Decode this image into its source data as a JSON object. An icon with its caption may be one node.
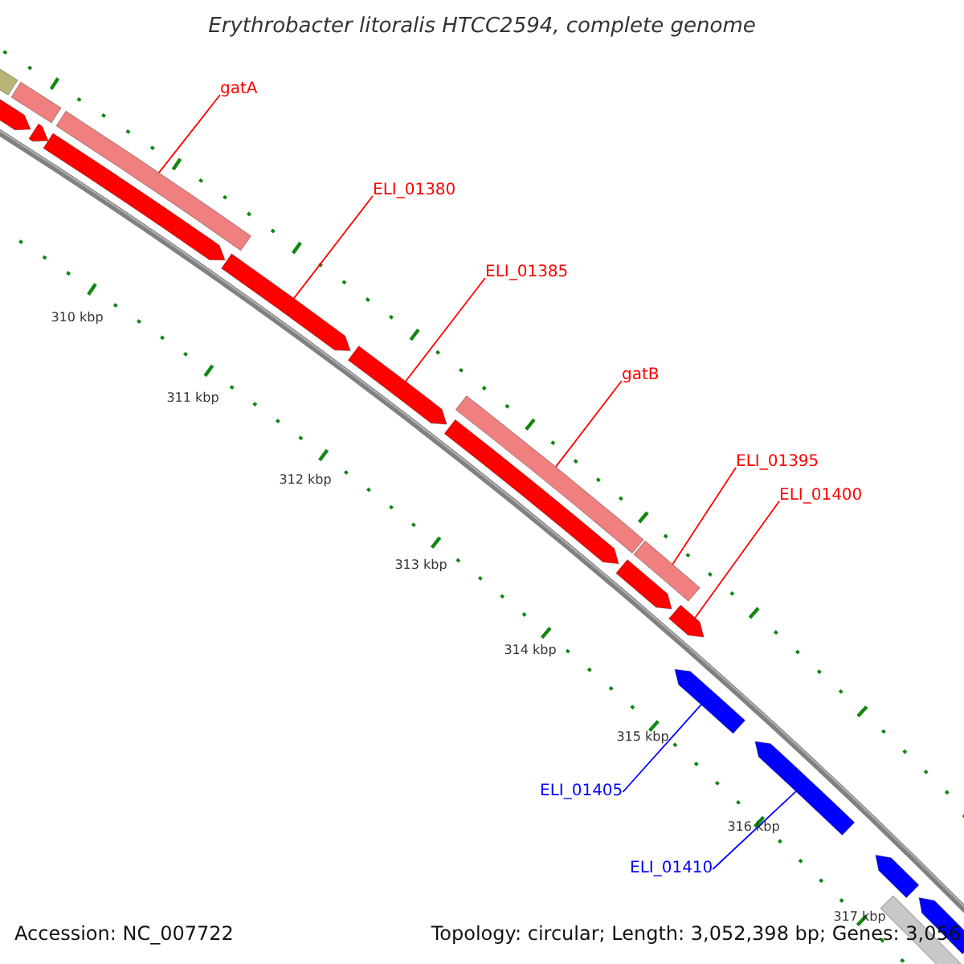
{
  "diagram": {
    "title": "Erythrobacter litoralis HTCC2594, complete genome",
    "nodes": [
      {
        "text": [
          "gatA"
        ]
      },
      {
        "text": [
          "ELI_01380"
        ]
      },
      {
        "text": [
          "ELI_01385"
        ]
      },
      {
        "text": [
          "gatB"
        ]
      },
      {
        "text": [
          "ELI_01395"
        ]
      },
      {
        "text": [
          "ELI_01400"
        ]
      },
      {
        "text": [
          "ELI_01405"
        ]
      },
      {
        "text": [
          "ELI_01410"
        ]
      },
      {
        "text": [],
        "shape": "bar"
      },
      {
        "text": [],
        "shape": "arrow"
      },
      {
        "text": [],
        "shape": "bar"
      },
      {
        "text": [],
        "shape": "arrow"
      },
      {
        "text": [],
        "shape": "arrow"
      },
      {
        "text": [],
        "shape": "bar"
      },
      {
        "text": [],
        "shape": "arrow"
      },
      {
        "text": [],
        "shape": "arrow"
      },
      {
        "text": [],
        "shape": "arrow"
      },
      {
        "text": [],
        "shape": "bar"
      },
      {
        "text": [],
        "shape": "arrow"
      },
      {
        "text": [],
        "shape": "bar"
      },
      {
        "text": [],
        "shape": "arrow"
      },
      {
        "text": [],
        "shape": "arrow"
      },
      {
        "text": [],
        "shape": "arrow"
      },
      {
        "text": [],
        "shape": "arrow"
      },
      {
        "text": [],
        "shape": "bar"
      },
      {
        "text": [],
        "shape": "arrow"
      }
    ],
    "edges": [
      {
        "from": 0,
        "to": 13,
        "arrow": "none"
      },
      {
        "from": 1,
        "to": 14,
        "arrow": "none"
      },
      {
        "from": 2,
        "to": 15,
        "arrow": "none"
      },
      {
        "from": 3,
        "to": 17,
        "arrow": "none"
      },
      {
        "from": 4,
        "to": 19,
        "arrow": "none"
      },
      {
        "from": 5,
        "to": 20,
        "arrow": "none"
      },
      {
        "from": 6,
        "to": 21,
        "arrow": "none",
        "color": "#0000ff"
      },
      {
        "from": 7,
        "to": 22,
        "arrow": "none",
        "color": "#0000ff"
      }
    ],
    "labels": [
      "310 kbp",
      "311 kbp",
      "312 kbp",
      "313 kbp",
      "314 kbp",
      "315 kbp",
      "316 kbp",
      "317 kbp",
      "Accession: NC_007722",
      "Topology: circular; Length: 3,052,398 bp; Genes: 3,056"
    ]
  }
}
